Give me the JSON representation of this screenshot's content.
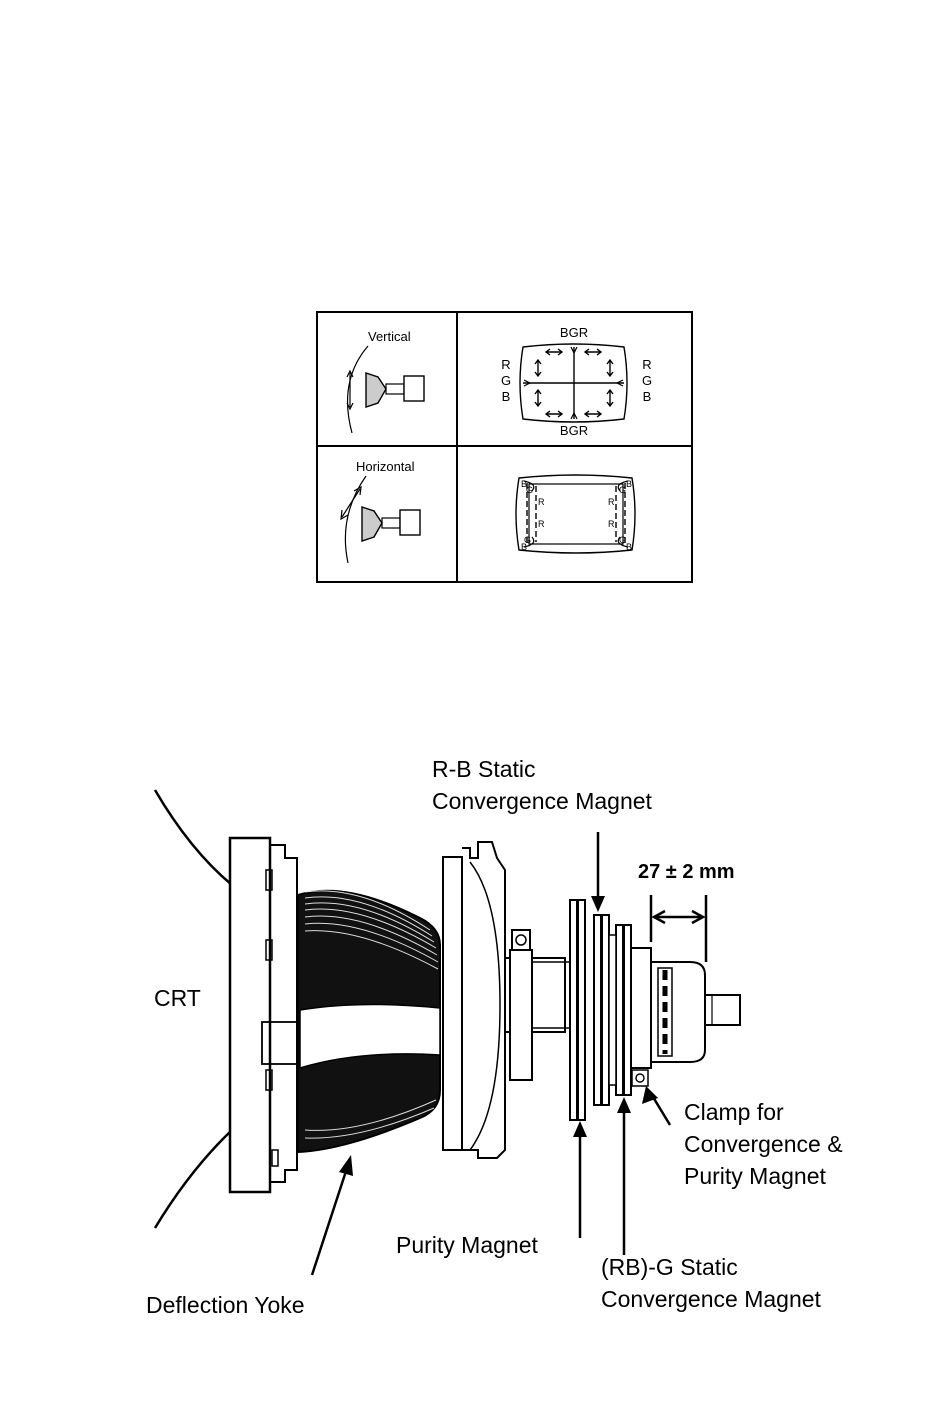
{
  "table": {
    "vertical_label": "Vertical",
    "horizontal_label": "Horizontal",
    "bgr_top": "BGR",
    "bgr_bottom": "BGR",
    "left_r": "R",
    "left_g": "G",
    "left_b": "B",
    "right_r": "R",
    "right_g": "G",
    "right_b": "B",
    "h_b": "B",
    "h_g": "G",
    "h_r": "R"
  },
  "diagram": {
    "rb_magnet_line1": "R-B Static",
    "rb_magnet_line2": "Convergence Magnet",
    "dimension": "27 ± 2 mm",
    "crt": "CRT",
    "clamp_line1": "Clamp for",
    "clamp_line2": "Convergence &",
    "clamp_line3": "Purity Magnet",
    "purity_magnet": "Purity Magnet",
    "rbg_line1": "(RB)-G Static",
    "rbg_line2": "Convergence Magnet",
    "deflection_yoke": "Deflection Yoke"
  }
}
